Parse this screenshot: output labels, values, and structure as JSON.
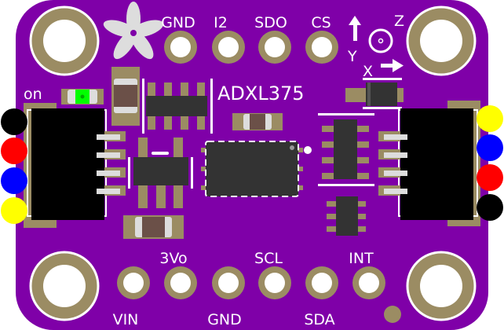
{
  "board": {
    "name": "ADXL375",
    "power_led_label": "on",
    "axes": {
      "x": "X",
      "y": "Y",
      "z": "Z"
    },
    "top_pins": [
      "GND",
      "I2",
      "SDO",
      "CS"
    ],
    "bottom_pins_upper_labels": [
      "3Vo",
      "SCL",
      "INT"
    ],
    "bottom_pins_lower_labels": [
      "VIN",
      "GND",
      "SDA"
    ]
  },
  "colors": {
    "pcb": "#7f00a8",
    "pad": "#9b8c63",
    "chip": "#333333",
    "led": "#00ff00"
  },
  "wires_left": [
    "#000000",
    "#ff0000",
    "#0000ff",
    "#ffff00"
  ],
  "wires_right": [
    "#ffff00",
    "#0000ff",
    "#ff0000",
    "#000000"
  ]
}
